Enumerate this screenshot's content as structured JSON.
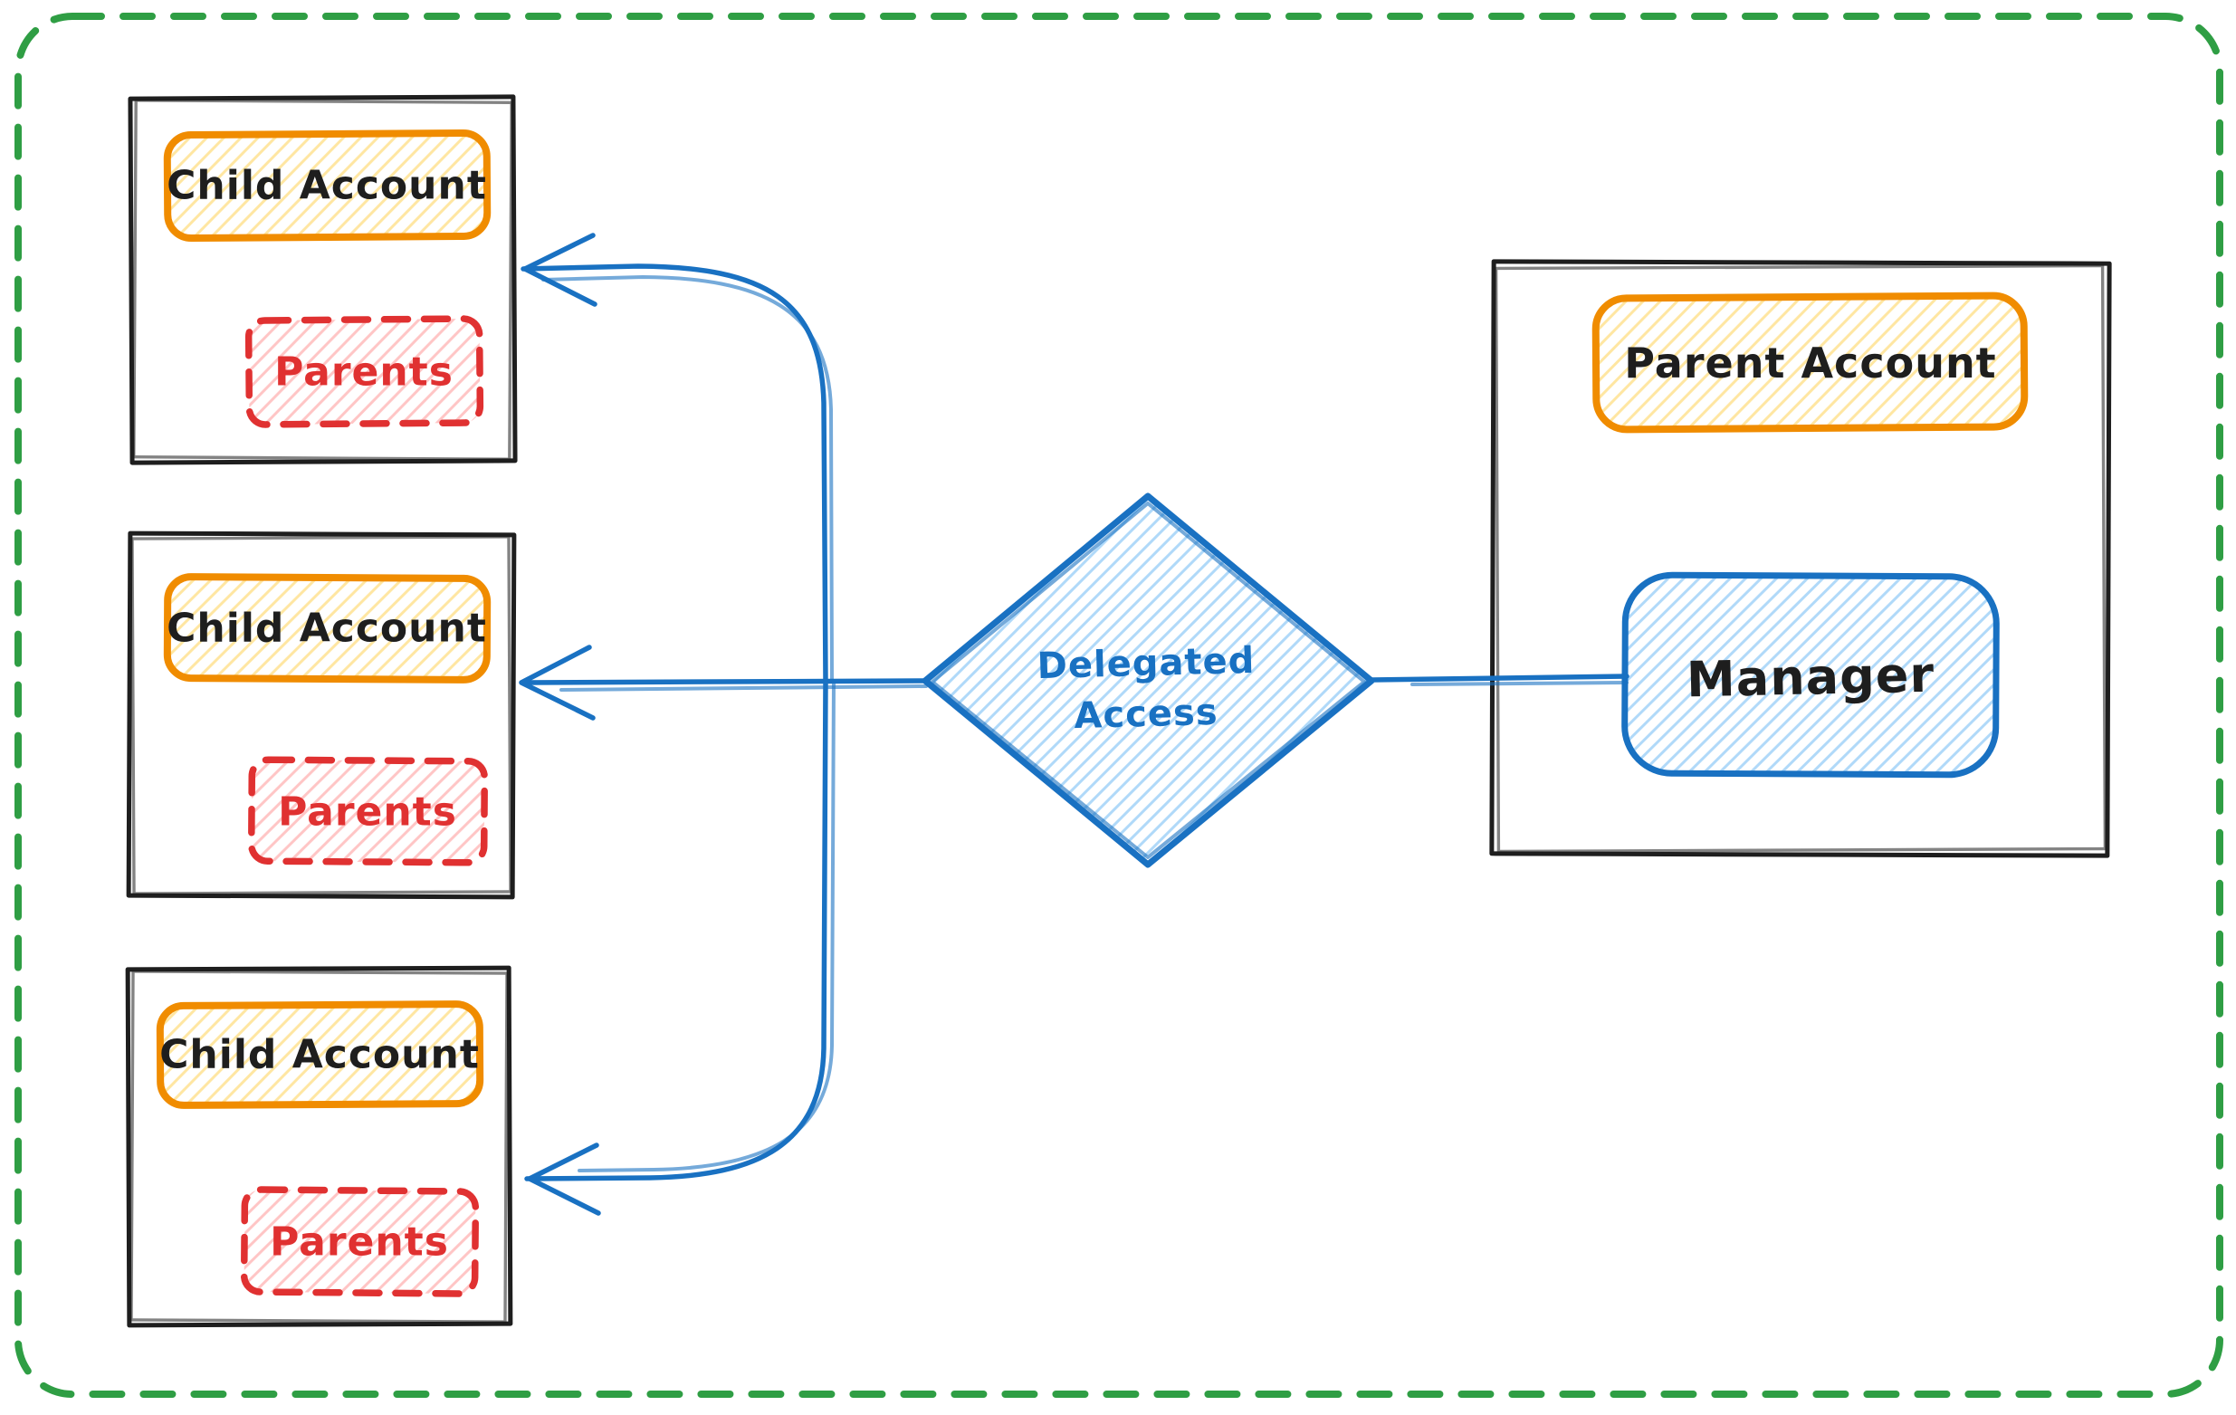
{
  "diagram": {
    "children": [
      {
        "title": "Child Account",
        "members": "Parents"
      },
      {
        "title": "Child Account",
        "members": "Parents"
      },
      {
        "title": "Child Account",
        "members": "Parents"
      }
    ],
    "decision": {
      "line1": "Delegated",
      "line2": "Access"
    },
    "parent_account": {
      "title": "Parent Account",
      "manager": "Manager"
    },
    "colors": {
      "border_green": "#2f9e44",
      "node_orange": "#f08c00",
      "fill_yellow": "#ffe08a",
      "node_red": "#e03131",
      "fill_pink": "#ffb6b6",
      "node_blue": "#1971c2",
      "fill_light_blue": "#9cd0f7",
      "ink_black": "#1e1e1e",
      "canvas_white": "#ffffff"
    }
  }
}
